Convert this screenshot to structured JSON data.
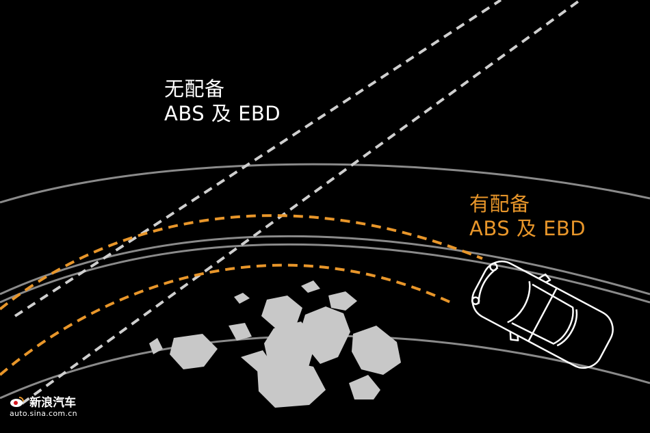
{
  "labels": {
    "without": {
      "line1": "无配备",
      "line2": "ABS 及 EBD",
      "color": "#ffffff"
    },
    "with": {
      "line1": "有配备",
      "line2": "ABS 及 EBD",
      "color": "#e8962a"
    }
  },
  "watermark": {
    "brand": "新浪汽车",
    "site": "auto.sina.com.cn"
  },
  "colors": {
    "background": "#000000",
    "road_line": "#8a8a8a",
    "path_without_abs": "#cfcfcf",
    "path_with_abs": "#e8962a",
    "rocks": "#c8c8c8",
    "car_outline": "#ffffff"
  }
}
